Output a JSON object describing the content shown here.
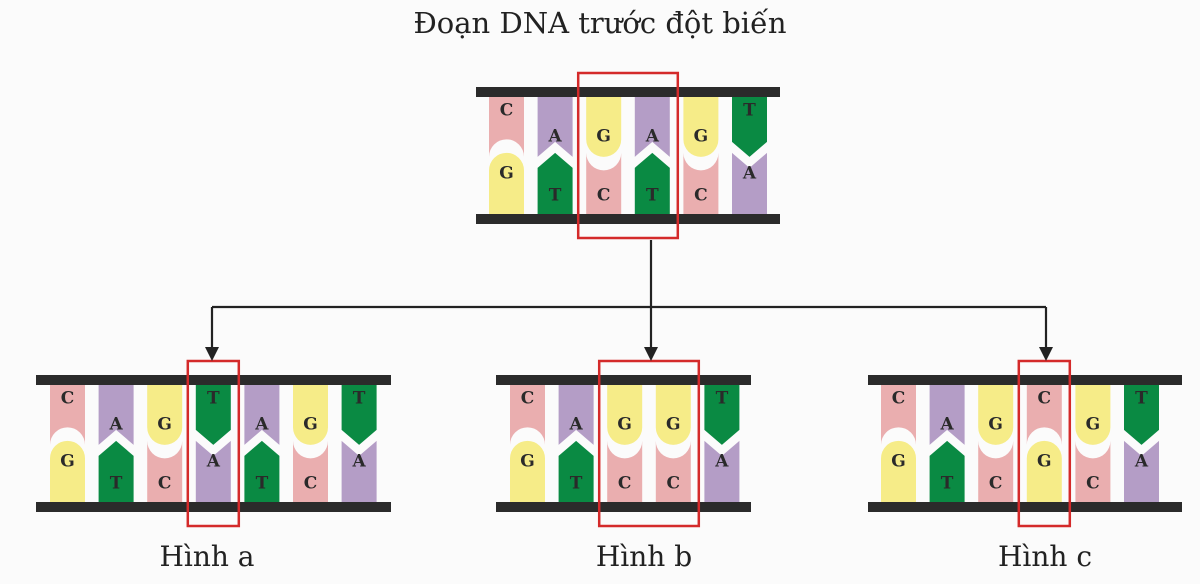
{
  "title": "Đoạn DNA trước đột biến",
  "colors": {
    "A": "#b49dc6",
    "T": "#0a8a43",
    "G": "#f6ec88",
    "C": "#eaaeaf",
    "rail": "#2b2b2b",
    "highlight": "#d42a2a",
    "arrow": "#222222",
    "letter": "#2a2a2a"
  },
  "segments": [
    {
      "id": "original",
      "top": [
        "C",
        "A",
        "G",
        "A",
        "G",
        "T"
      ],
      "bottom": [
        "G",
        "T",
        "C",
        "T",
        "C",
        "A"
      ],
      "highlight": [
        2,
        3
      ]
    },
    {
      "id": "hinh-a",
      "caption": "Hình a",
      "top": [
        "C",
        "A",
        "G",
        "T",
        "A",
        "G",
        "T"
      ],
      "bottom": [
        "G",
        "T",
        "C",
        "A",
        "T",
        "C",
        "A"
      ],
      "highlight": [
        3,
        3
      ]
    },
    {
      "id": "hinh-b",
      "caption": "Hình b",
      "top": [
        "C",
        "A",
        "G",
        "G",
        "T"
      ],
      "bottom": [
        "G",
        "T",
        "C",
        "C",
        "A"
      ],
      "highlight": [
        2,
        3
      ]
    },
    {
      "id": "hinh-c",
      "caption": "Hình c",
      "top": [
        "C",
        "A",
        "G",
        "C",
        "G",
        "T"
      ],
      "bottom": [
        "G",
        "T",
        "C",
        "G",
        "C",
        "A"
      ],
      "highlight": [
        3,
        3
      ]
    }
  ]
}
